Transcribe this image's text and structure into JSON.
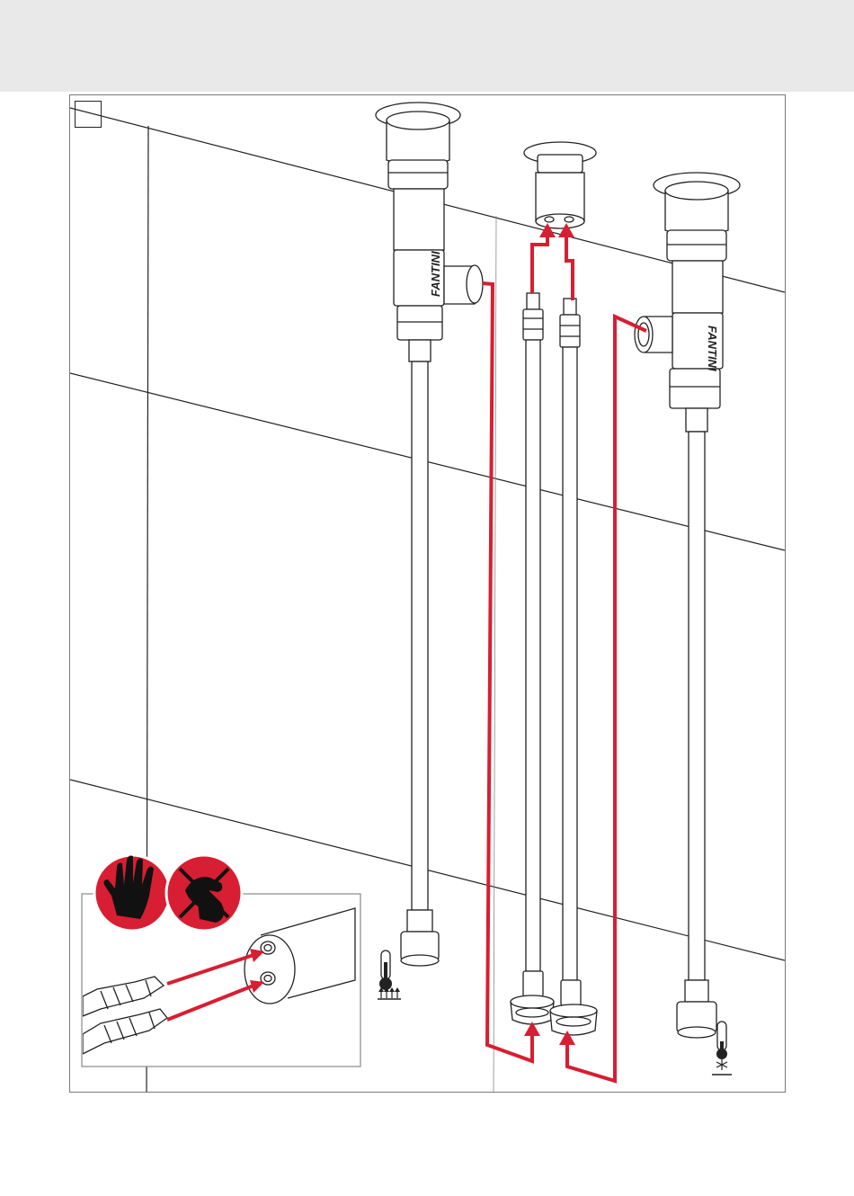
{
  "brand": {
    "left_valve_label": "FANTINI",
    "right_valve_label": "FANTINI"
  },
  "icons": {
    "step_marker": "step-number-box",
    "gloves_required": "glove-hand-icon",
    "no_bare_hands": "no-bare-hands-icon",
    "hot_water": "thermometer-hot-icon",
    "cold_water": "thermometer-cold-icon"
  },
  "colors": {
    "connection_arrow": "#d81e32",
    "header_band": "#e9e9e9",
    "line_art": "#222222",
    "icon_badge": "#d81e32"
  }
}
